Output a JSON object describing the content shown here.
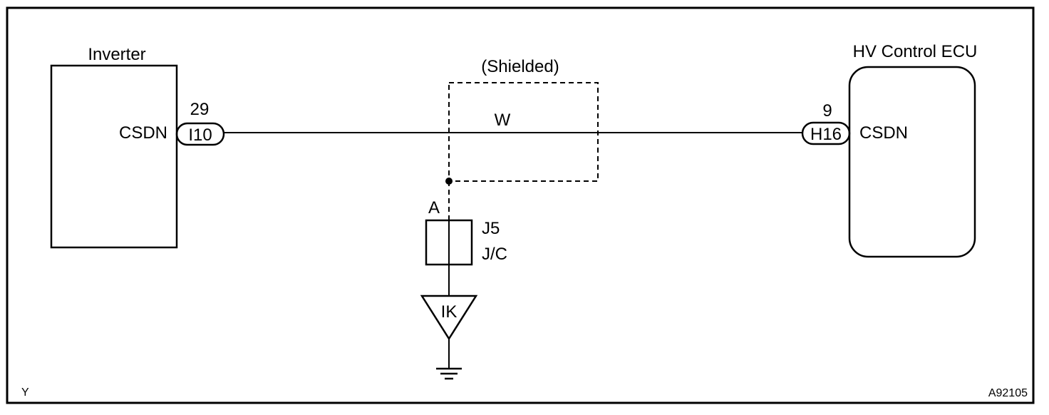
{
  "components": {
    "inverter": {
      "title": "Inverter",
      "terminal_name": "CSDN",
      "pin_number": "29",
      "connector_code": "I10"
    },
    "hv_control_ecu": {
      "title": "HV Control ECU",
      "terminal_name": "CSDN",
      "pin_number": "9",
      "connector_code": "H16"
    }
  },
  "wire": {
    "color_code": "W",
    "shield_label": "(Shielded)"
  },
  "junction": {
    "pin_label": "A",
    "connector_code": "J5",
    "connector_type": "J/C"
  },
  "ground": {
    "code": "IK"
  },
  "corner": {
    "left_code": "Y",
    "figure_id": "A92105"
  }
}
